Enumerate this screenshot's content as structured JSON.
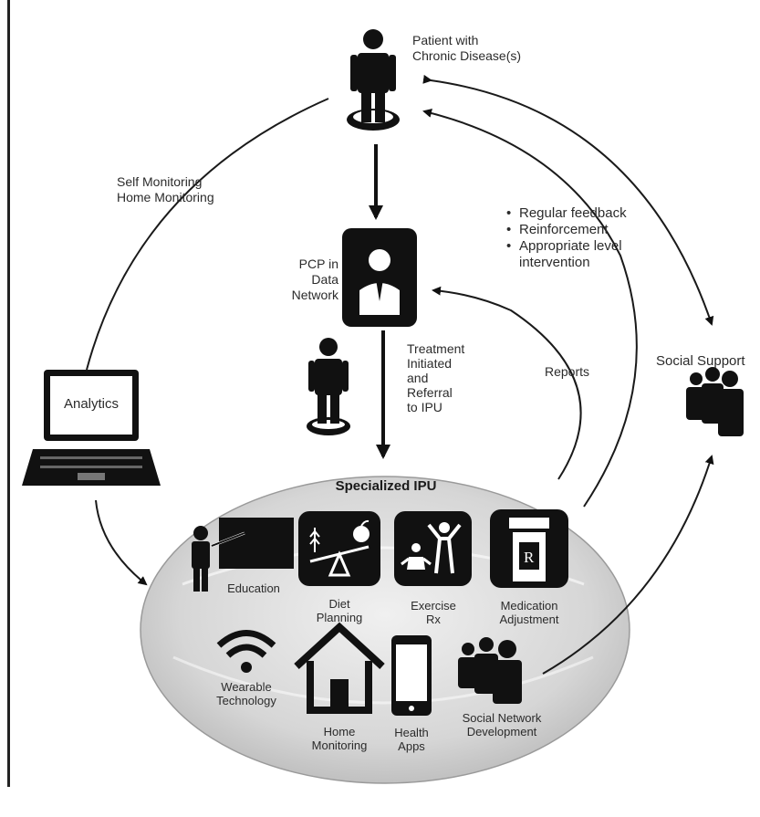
{
  "patient": {
    "label": "Patient with\nChronic Disease(s)"
  },
  "pcp": {
    "label": "PCP in\nData\nNetwork"
  },
  "self_monitoring": {
    "label": "Self Monitoring\nHome Monitoring"
  },
  "treatment": {
    "label": "Treatment\nInitiated\nand\nReferral\nto IPU"
  },
  "reports": {
    "label": "Reports"
  },
  "feedback": {
    "items": [
      "Regular feedback",
      "Reinforcement",
      "Appropriate level intervention"
    ]
  },
  "social_support": {
    "label": "Social Support"
  },
  "analytics": {
    "label": "Analytics"
  },
  "ipu": {
    "title": "Specialized IPU",
    "items": [
      {
        "label": "Education",
        "icon": "teacher-board-icon"
      },
      {
        "label": "Diet\nPlanning",
        "icon": "diet-scale-icon"
      },
      {
        "label": "Exercise\nRx",
        "icon": "exercise-icon"
      },
      {
        "label": "Medication\nAdjustment",
        "icon": "rx-bottle-icon"
      },
      {
        "label": "Wearable\nTechnology",
        "icon": "wifi-icon"
      },
      {
        "label": "Home\nMonitoring",
        "icon": "home-icon"
      },
      {
        "label": "Health\nApps",
        "icon": "smartphone-icon"
      },
      {
        "label": "Social Network\nDevelopment",
        "icon": "people-group-icon"
      }
    ]
  },
  "colors": {
    "ink": "#111111",
    "line": "#1a1a1a",
    "ellipse_fill": "#d9d9d9",
    "text": "#2b2b2b"
  }
}
